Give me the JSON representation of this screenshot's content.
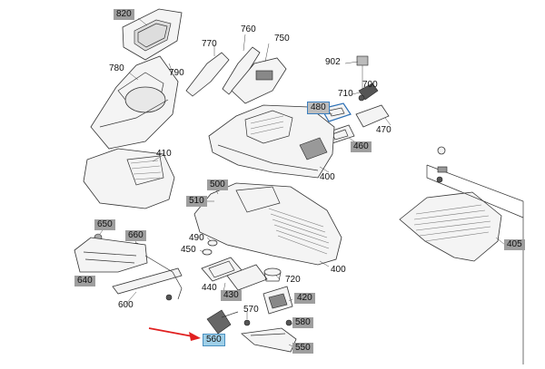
{
  "labels": {
    "p820": "820",
    "p770": "770",
    "p760": "760",
    "p750": "750",
    "p780": "780",
    "p790": "790",
    "p902": "902",
    "p710": "710",
    "p700": "700",
    "p480": "480",
    "p470": "470",
    "p460": "460",
    "p410": "410",
    "p400a": "400",
    "p400b": "400",
    "p500": "500",
    "p510": "510",
    "p650": "650",
    "p660": "660",
    "p490": "490",
    "p450": "450",
    "p720": "720",
    "p640": "640",
    "p440": "440",
    "p430": "430",
    "p420": "420",
    "p600": "600",
    "p570": "570",
    "p580": "580",
    "p560": "560",
    "p550": "550",
    "p405": "405"
  },
  "colors": {
    "label_box": "#9e9e9e",
    "highlight": "#9ecfe8",
    "arrow": "#e02020"
  }
}
